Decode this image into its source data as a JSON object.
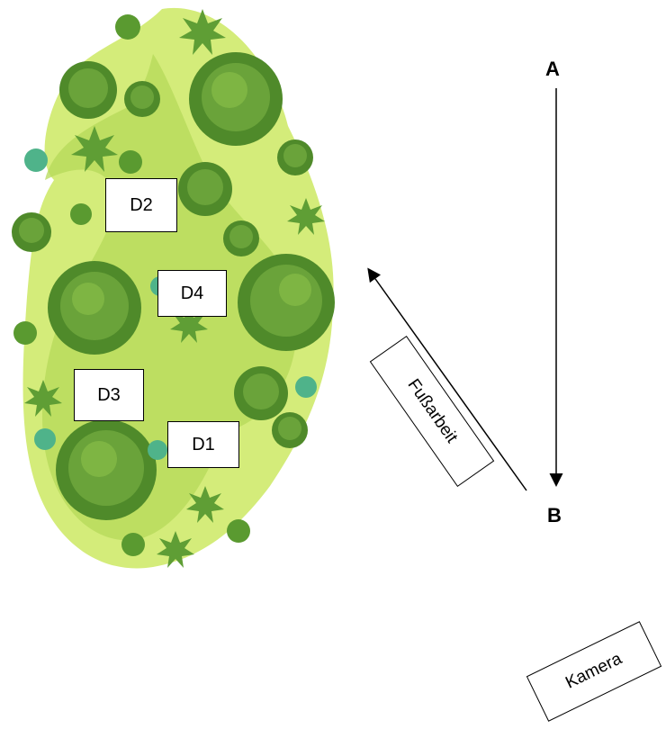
{
  "points": {
    "a": "A",
    "b": "B"
  },
  "labels": {
    "d1": "D1",
    "d2": "D2",
    "d3": "D3",
    "d4": "D4",
    "footwork": "Fußarbeit",
    "camera": "Kamera"
  },
  "colors": {
    "meadow_light": "#d4ec7a",
    "meadow_mid": "#b5d95a",
    "tree_dark": "#4f8a2a",
    "tree_mid": "#6aa33a",
    "tree_light": "#8cc24a",
    "bush_teal": "#4fb38a"
  }
}
